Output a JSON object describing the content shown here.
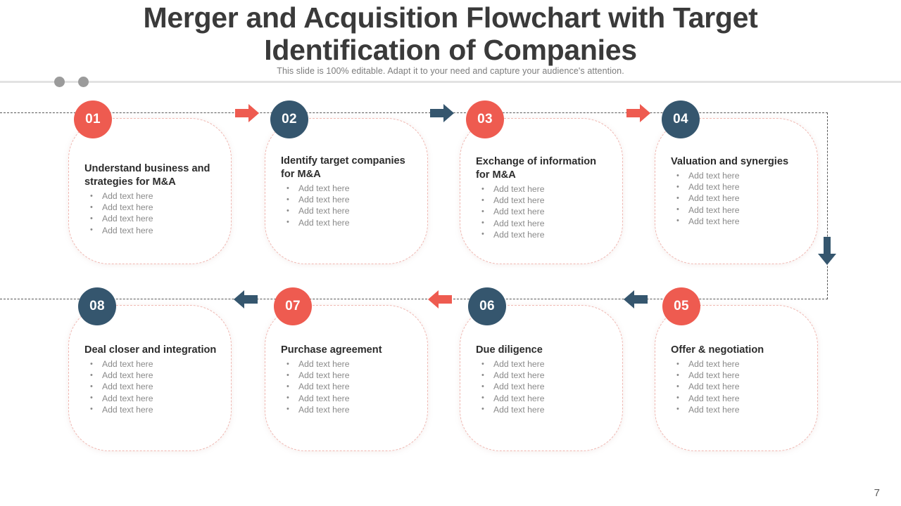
{
  "header": {
    "title": "Merger and Acquisition Flowchart with Target Identification of Companies",
    "subtitle": "This slide is 100% editable. Adapt it to your need and capture your audience's attention."
  },
  "colors": {
    "red": "#ee5b50",
    "blue": "#35566e",
    "card_border": "#f0b8b2",
    "connector": "#575757",
    "title_text": "#3a3a3a",
    "bullet_text": "#8a8a8a"
  },
  "steps": [
    {
      "number": "01",
      "badge_color": "red",
      "title": "Understand business and strategies for M&A",
      "bullets": [
        "Add text here",
        "Add text here",
        "Add text here",
        "Add text here"
      ]
    },
    {
      "number": "02",
      "badge_color": "blue",
      "title": "Identify target companies for M&A",
      "bullets": [
        "Add text here",
        "Add text here",
        "Add text here",
        "Add text here"
      ]
    },
    {
      "number": "03",
      "badge_color": "red",
      "title": "Exchange of information for M&A",
      "bullets": [
        "Add text here",
        "Add text here",
        "Add text here",
        "Add text here",
        "Add text here"
      ]
    },
    {
      "number": "04",
      "badge_color": "blue",
      "title": "Valuation and synergies",
      "bullets": [
        "Add text here",
        "Add text here",
        "Add text here",
        "Add text here",
        "Add text here"
      ]
    },
    {
      "number": "05",
      "badge_color": "red",
      "title": "Offer & negotiation",
      "bullets": [
        "Add text here",
        "Add text here",
        "Add text here",
        "Add text here",
        "Add text here"
      ]
    },
    {
      "number": "06",
      "badge_color": "blue",
      "title": "Due diligence",
      "bullets": [
        "Add text here",
        "Add text here",
        "Add text here",
        "Add text here",
        "Add text here"
      ]
    },
    {
      "number": "07",
      "badge_color": "red",
      "title": "Purchase agreement",
      "bullets": [
        "Add text here",
        "Add text here",
        "Add text here",
        "Add text here",
        "Add text here"
      ]
    },
    {
      "number": "08",
      "badge_color": "blue",
      "title": "Deal closer and integration",
      "bullets": [
        "Add text here",
        "Add text here",
        "Add text here",
        "Add text here",
        "Add text here"
      ]
    }
  ],
  "arrows": [
    {
      "name": "arrow-01-to-02",
      "direction": "right",
      "color": "red"
    },
    {
      "name": "arrow-02-to-03",
      "direction": "right",
      "color": "blue"
    },
    {
      "name": "arrow-03-to-04",
      "direction": "right",
      "color": "red"
    },
    {
      "name": "arrow-04-to-05",
      "direction": "down",
      "color": "blue"
    },
    {
      "name": "arrow-05-to-06",
      "direction": "left",
      "color": "blue"
    },
    {
      "name": "arrow-06-to-07",
      "direction": "left",
      "color": "red"
    },
    {
      "name": "arrow-07-to-08",
      "direction": "left",
      "color": "blue"
    }
  ],
  "footer": {
    "page_number": "7"
  }
}
